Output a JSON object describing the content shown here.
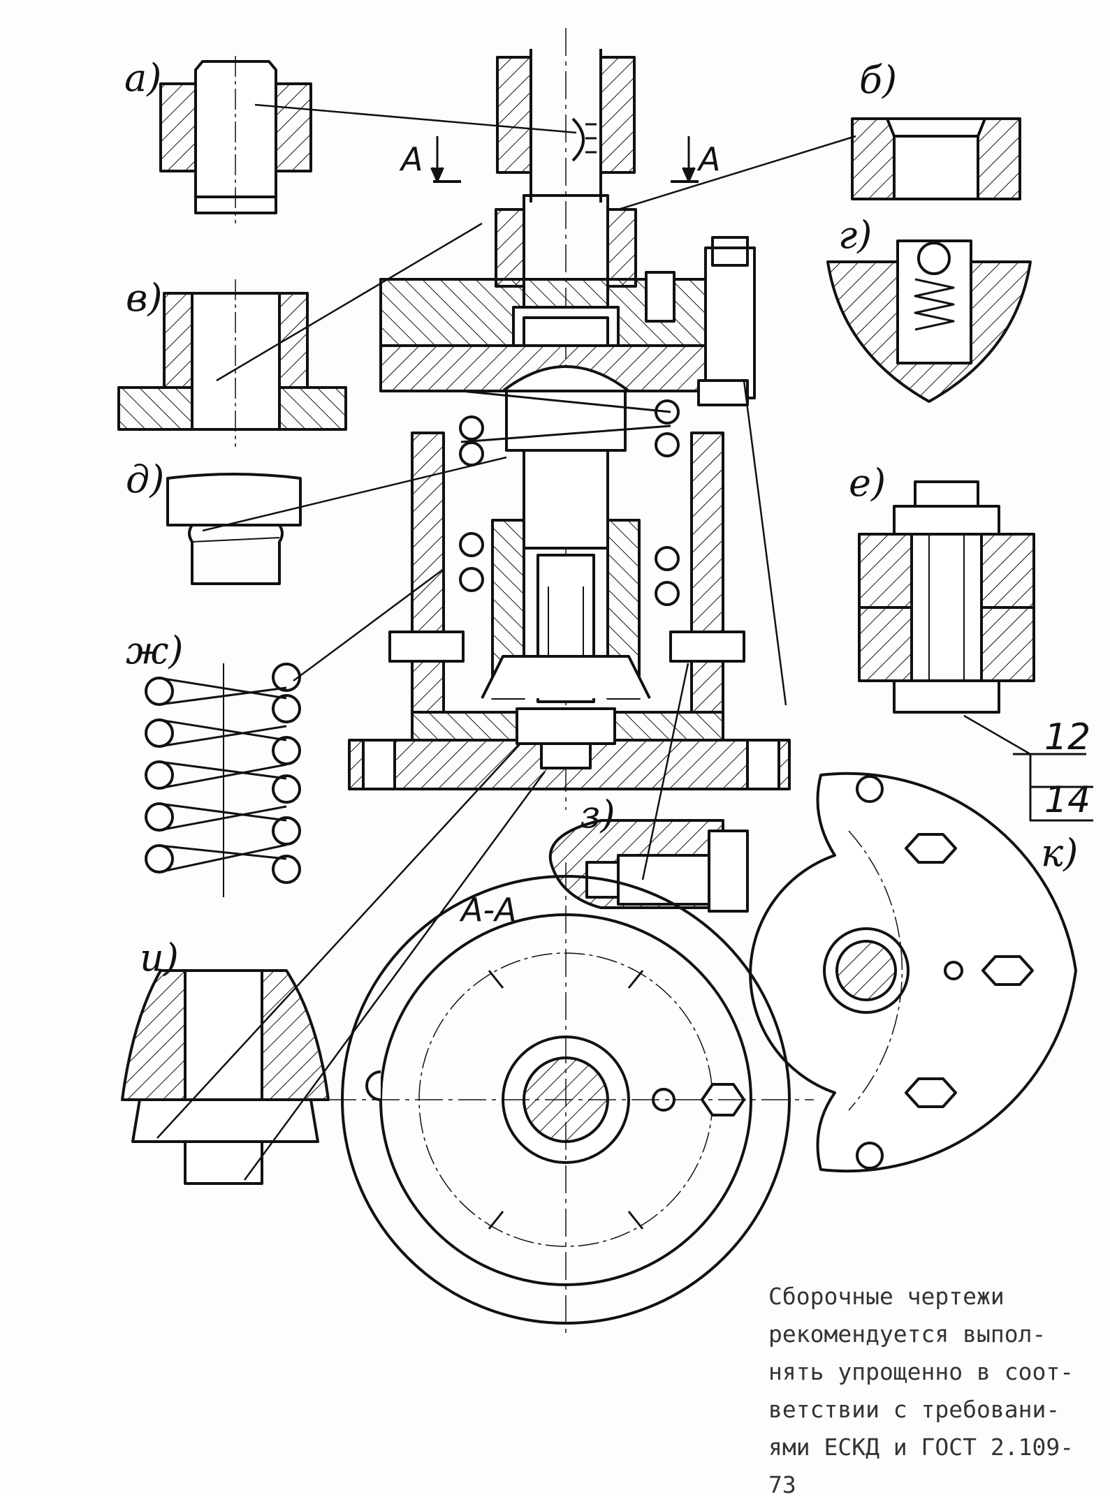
{
  "view_labels": {
    "a": "а)",
    "b": "б)",
    "v": "в)",
    "g": "г)",
    "d": "д)",
    "e": "е)",
    "zh": "ж)",
    "z": "з)",
    "i": "и)",
    "k": "к)"
  },
  "section": {
    "mark_left": "А",
    "mark_right": "А",
    "title": "А-А"
  },
  "fraction": {
    "top": "12",
    "bottom": "14"
  },
  "note_lines": [
    "Сборочные чертежи",
    "рекомендуется выпол-",
    "нять упрощенно в соот-",
    "ветствии с требовани-",
    "ями ЕСКД и ГОСТ 2.109-",
    "73"
  ]
}
